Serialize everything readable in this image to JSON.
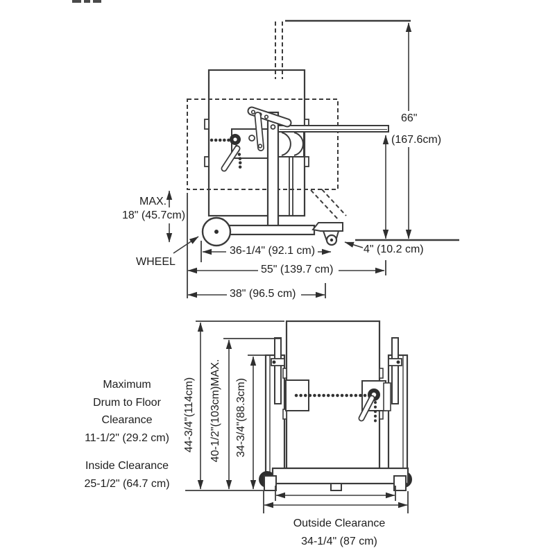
{
  "colors": {
    "line": "#3b3b3b",
    "text": "#1d1d1d",
    "background": "#ffffff"
  },
  "side_view": {
    "description": "Side elevation of portable drum lifter with raised drum position shown dashed",
    "labels": {
      "overall_height_in": "66\"",
      "overall_height_cm": "(167.6cm)",
      "max": "MAX.",
      "drum_to_floor": "18\" (45.7cm)",
      "wheel": "WHEEL",
      "wheel_to_caster": "36-1/4\" (92.1 cm)",
      "caster_size": "4\" (10.2 cm)",
      "overall_length": "55\" (139.7 cm)",
      "frame_length": "38\" (96.5 cm)"
    }
  },
  "front_view": {
    "description": "Front elevation of drum cradle frame with chain tilt mechanism",
    "labels": {
      "max_drum_clearance": [
        "Maximum",
        "Drum to Floor",
        "Clearance",
        "11-1/2\" (29.2 cm)"
      ],
      "inside_clearance": [
        "Inside Clearance",
        "25-1/2\" (64.7 cm)"
      ],
      "overall_height": "44-3/4\"(114cm)",
      "max_height": "40-1/2\"(103cm)MAX.",
      "frame_height": "34-3/4\"(88.3cm)",
      "outside_clearance": [
        "Outside Clearance",
        "34-1/4\" (87 cm)"
      ]
    }
  }
}
